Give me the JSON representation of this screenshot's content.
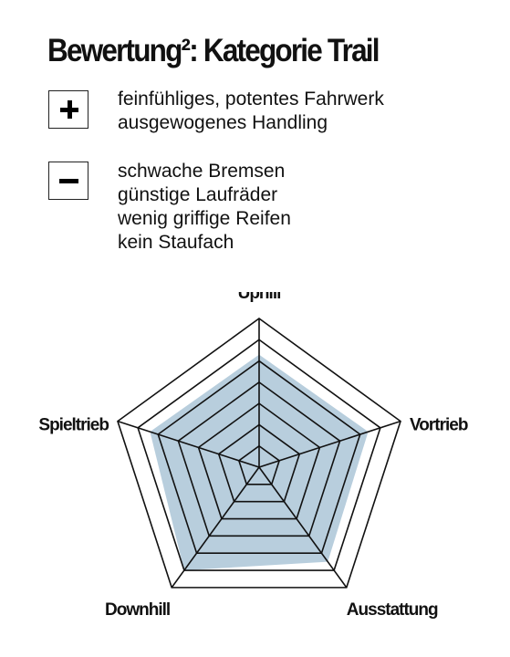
{
  "heading": {
    "title": "Bewertung²: Kategorie Trail"
  },
  "pros": {
    "icon": "plus-icon",
    "items": [
      "feinfühliges, potentes Fahrwerk",
      "ausgewogenes Handling"
    ]
  },
  "cons": {
    "icon": "minus-icon",
    "items": [
      "schwache Bremsen",
      "günstige Laufräder",
      "wenig griffige Reifen",
      "kein Staufach"
    ]
  },
  "chart_data": {
    "type": "radar",
    "categories": [
      "Uphill",
      "Vortrieb",
      "Ausstattung",
      "Downhill",
      "Spieltrieb"
    ],
    "scale_max": 7,
    "rings": 7,
    "values": [
      5.3,
      5.4,
      5.5,
      6.0,
      5.4
    ],
    "fill_color": "#b8cedd",
    "line_color": "#111111"
  }
}
